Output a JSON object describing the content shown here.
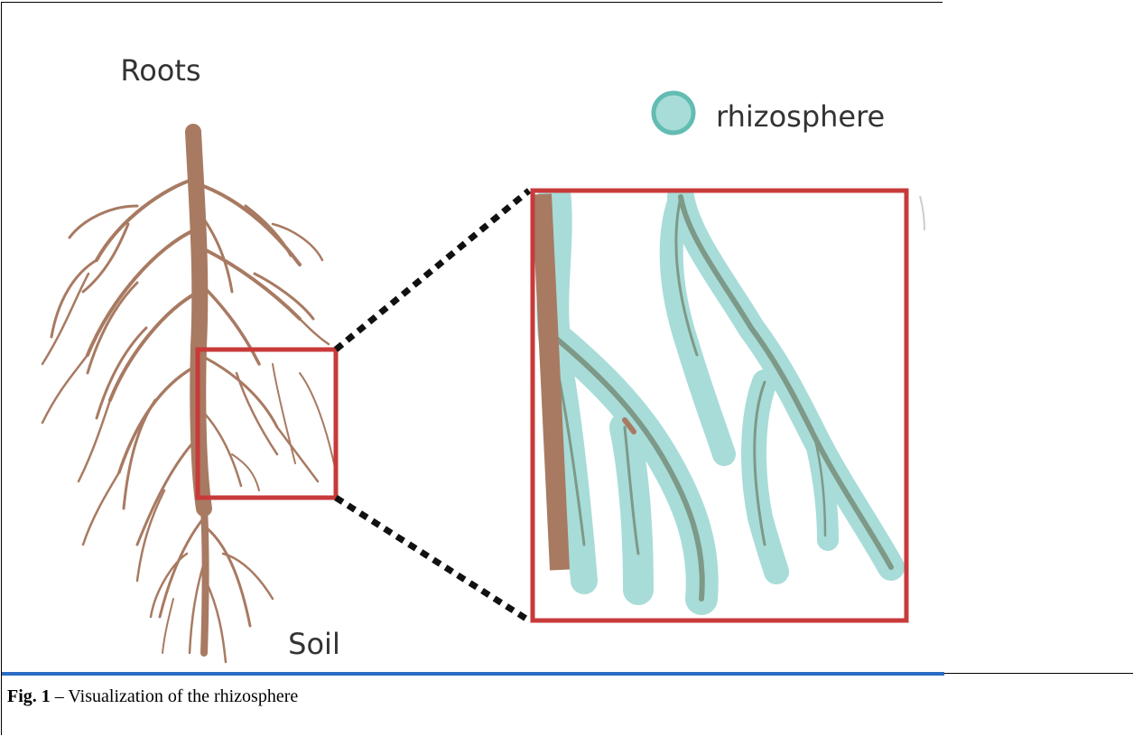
{
  "figure": {
    "label_roots": "Roots",
    "label_soil": "Soil",
    "legend_label": "rhizosphere",
    "colors": {
      "root": "#a87a62",
      "root_dark": "#9b6e55",
      "rhizosphere_fill": "#a8dcd8",
      "rhizosphere_stroke": "#62bcb2",
      "highlight_box": "#c83a3a",
      "connector": "#111111",
      "inner_root": "#7e9988"
    }
  },
  "caption": {
    "label": "Fig. 1",
    "separator": " – ",
    "text": "Visualization of the rhizosphere"
  }
}
